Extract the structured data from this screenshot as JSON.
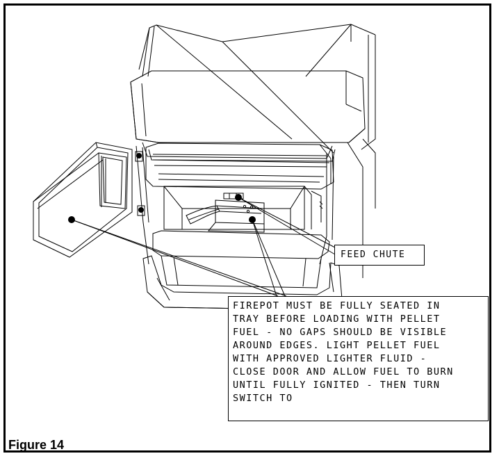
{
  "figure": {
    "label": "Figure 14"
  },
  "callouts": {
    "feed_chute": "FEED CHUTE",
    "firepot": "FIREPOT MUST BE FULLY SEATED IN\nTRAY BEFORE LOADING WITH PELLET\nFUEL - NO GAPS SHOULD BE VISIBLE\nAROUND EDGES. LIGHT PELLET FUEL\nWITH APPROVED LIGHTER FLUID -\nCLOSE DOOR AND ALLOW FUEL TO BURN\nUNTIL FULLY IGNITED - THEN TURN\nSWITCH TO"
  },
  "colors": {
    "line": "#000000",
    "background": "#ffffff"
  }
}
